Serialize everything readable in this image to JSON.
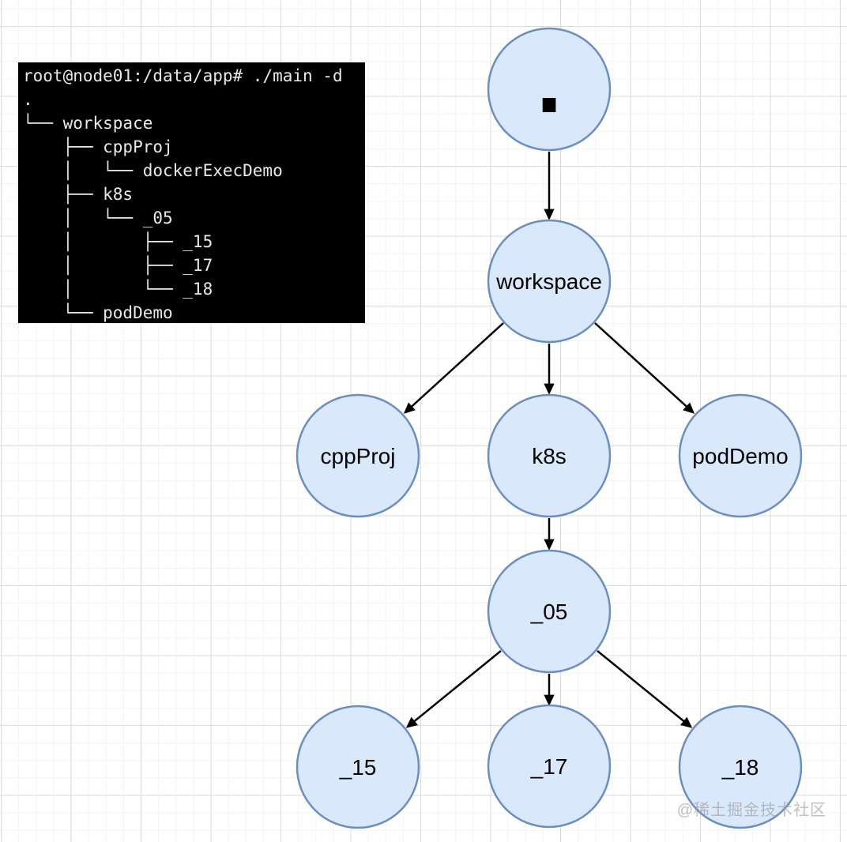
{
  "terminal": {
    "prompt": "root@node01:/data/app# ",
    "command": "./main -d",
    "tree": [
      "",
      ".",
      "└── workspace",
      "    ├── cppProj",
      "    │   └── dockerExecDemo",
      "    ├── k8s",
      "    │   └── _05",
      "    │       ├── _15",
      "    │       ├── _17",
      "    │       └── _18",
      "    └── podDemo"
    ]
  },
  "diagram": {
    "type": "tree",
    "nodes": [
      {
        "id": "root",
        "label": "."
      },
      {
        "id": "workspace",
        "label": "workspace"
      },
      {
        "id": "cppProj",
        "label": "cppProj"
      },
      {
        "id": "k8s",
        "label": "k8s"
      },
      {
        "id": "podDemo",
        "label": "podDemo"
      },
      {
        "id": "_05",
        "label": "_05"
      },
      {
        "id": "_15",
        "label": "_15"
      },
      {
        "id": "_17",
        "label": "_17"
      },
      {
        "id": "_18",
        "label": "_18"
      }
    ],
    "edges": [
      {
        "from": ".",
        "to": "workspace"
      },
      {
        "from": "workspace",
        "to": "cppProj"
      },
      {
        "from": "workspace",
        "to": "k8s"
      },
      {
        "from": "workspace",
        "to": "podDemo"
      },
      {
        "from": "k8s",
        "to": "_05"
      },
      {
        "from": "_05",
        "to": "_15"
      },
      {
        "from": "_05",
        "to": "_17"
      },
      {
        "from": "_05",
        "to": "_18"
      }
    ],
    "colors": {
      "node_fill": "#dae8fc",
      "node_stroke": "#6c8ebf",
      "edge": "#000000"
    }
  },
  "watermark": "@稀土掘金技术社区"
}
